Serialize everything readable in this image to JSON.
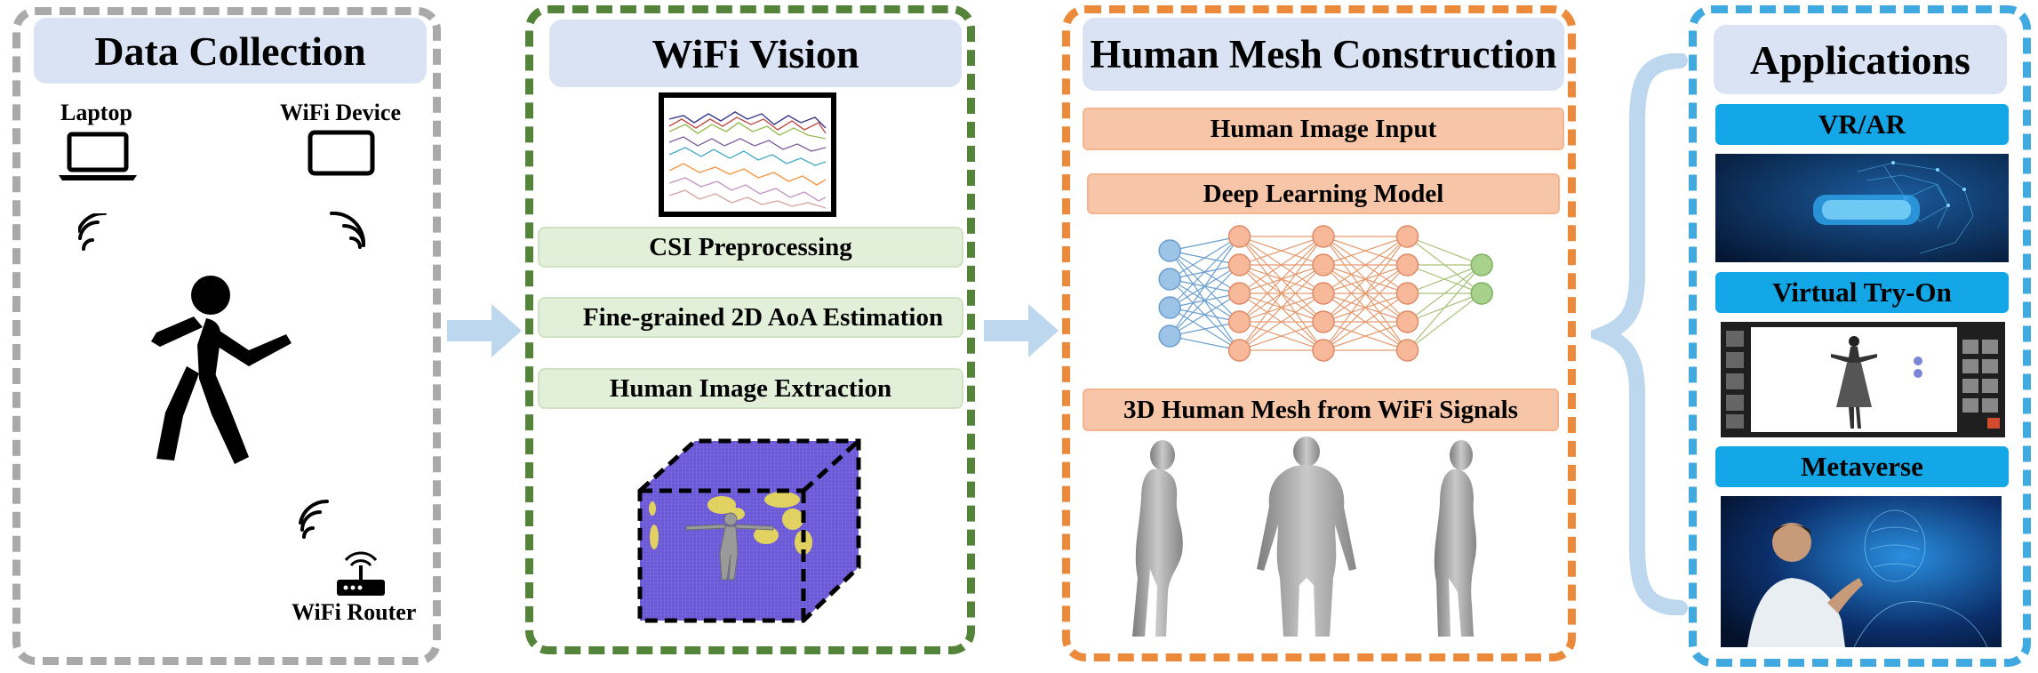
{
  "data_collection": {
    "title": "Data Collection",
    "laptop_label": "Laptop",
    "wifi_device_label": "WiFi Device",
    "router_label": "WiFi Router"
  },
  "wifi_vision": {
    "title": "WiFi Vision",
    "steps": [
      "CSI Preprocessing",
      "Fine-grained 2D AoA Estimation",
      "Human Image Extraction"
    ]
  },
  "mesh": {
    "title": "Human Mesh Construction",
    "input_label": "Human Image Input",
    "model_label": "Deep Learning Model",
    "output_label": "3D Human Mesh from WiFi Signals"
  },
  "applications": {
    "title": "Applications",
    "items": [
      "VR/AR",
      "Virtual Try-On",
      "Metaverse"
    ]
  },
  "colors": {
    "panel1": "#a9a9a9",
    "panel2": "#53843a",
    "panel3": "#eb8a3a",
    "panel4": "#3fa9e0",
    "title_bg": "#dae3f3",
    "green_box": "#e2efd9",
    "orange_box": "#f7c6a9",
    "blue_box": "#14a7e8",
    "arrow": "#bdd7ee"
  }
}
